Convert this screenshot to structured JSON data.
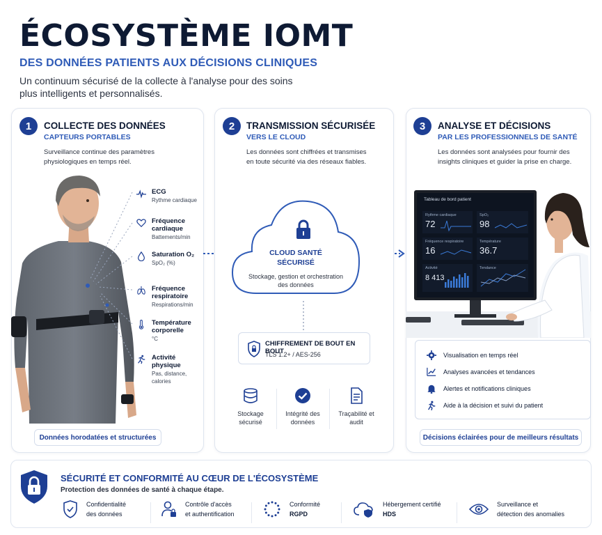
{
  "header": {
    "title": "ÉCOSYSTÈME IOMT",
    "subtitle": "DES DONNÉES PATIENTS AUX DÉCISIONS CLINIQUES",
    "lead": "Un continuum sécurisé de la collecte à l'analyse pour des soins plus intelligents et personnalisés."
  },
  "step1": {
    "number": "1",
    "title": "COLLECTE DES DONNÉES",
    "subtitle": "CAPTEURS PORTABLES",
    "description": "Surveillance continue des paramètres physiologiques en temps réel.",
    "metrics": [
      {
        "icon": "ecg-icon",
        "label": "ECG",
        "sub": "Rythme cardiaque"
      },
      {
        "icon": "heart-icon",
        "label": "Fréquence cardiaque",
        "sub": "Battements/min"
      },
      {
        "icon": "drop-icon",
        "label": "Saturation O₂",
        "sub": "SpO₂ (%)"
      },
      {
        "icon": "lungs-icon",
        "label": "Fréquence respiratoire",
        "sub": "Respirations/min"
      },
      {
        "icon": "thermometer-icon",
        "label": "Température corporelle",
        "sub": "°C"
      },
      {
        "icon": "running-icon",
        "label": "Activité physique",
        "sub": "Pas, distance, calories"
      }
    ],
    "footer": "Données horodatées et structurées"
  },
  "step2": {
    "number": "2",
    "title": "TRANSMISSION SÉCURISÉE",
    "subtitle": "VERS LE CLOUD",
    "description": "Les données sont chiffrées et transmises en toute sécurité via des réseaux fiables.",
    "cloud_title": "CLOUD SANTÉ SÉCURISÉ",
    "cloud_desc": "Stockage, gestion et orchestration des données",
    "encryption_title": "CHIFFREMENT DE BOUT EN BOUT",
    "encryption_sub": "TLS 1.2+ / AES-256",
    "features": [
      {
        "icon": "database-icon",
        "label": "Stockage sécurisé"
      },
      {
        "icon": "check-circle-icon",
        "label": "Intégrité des données"
      },
      {
        "icon": "document-icon",
        "label": "Traçabilité et audit"
      }
    ]
  },
  "step3": {
    "number": "3",
    "title": "ANALYSE ET DÉCISIONS",
    "subtitle": "PAR LES PROFESSIONNELS DE SANTÉ",
    "description": "Les données sont analysées pour fournir des insights cliniques et guider la prise en charge.",
    "dashboard": {
      "title": "Tableau de bord patient",
      "tiles": [
        {
          "label": "Rythme cardiaque",
          "value": "72"
        },
        {
          "label": "SpO₂",
          "value": "98"
        },
        {
          "label": "Fréquence respiratoire",
          "value": "16"
        },
        {
          "label": "Température",
          "value": "36.7"
        },
        {
          "label": "Activité",
          "value": "8 413"
        },
        {
          "label": "Tendance",
          "value": ""
        }
      ]
    },
    "items": [
      {
        "icon": "gear-icon",
        "label": "Visualisation en temps réel"
      },
      {
        "icon": "trend-icon",
        "label": "Analyses avancées et tendances"
      },
      {
        "icon": "bell-icon",
        "label": "Alertes et notifications cliniques"
      },
      {
        "icon": "walking-icon",
        "label": "Aide à la décision et suivi du patient"
      }
    ],
    "footer": "Décisions éclairées pour de meilleurs résultats"
  },
  "security": {
    "title": "SÉCURITÉ ET CONFORMITÉ AU CŒUR DE L'ÉCOSYSTÈME",
    "subtitle": "Protection des données de santé à chaque étape.",
    "items": [
      {
        "icon": "shield-icon",
        "line1": "Confidentialité",
        "line2": "des données"
      },
      {
        "icon": "user-lock-icon",
        "line1": "Contrôle d'accès",
        "line2": "et authentification"
      },
      {
        "icon": "eu-stars-icon",
        "line1": "Conformité",
        "line2": "RGPD"
      },
      {
        "icon": "cloud-shield-icon",
        "line1": "Hébergement certifié",
        "line2": "HDS"
      },
      {
        "icon": "eye-icon",
        "line1": "Surveillance et",
        "line2": "détection des anomalies"
      }
    ]
  },
  "colors": {
    "navy": "#0e1a33",
    "accent": "#1e3f94",
    "accent_light": "#2f5bb7",
    "border": "#dfe5ef"
  }
}
